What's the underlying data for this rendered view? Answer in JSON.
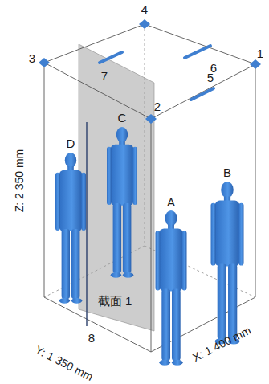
{
  "diagram": {
    "labels": [
      "1",
      "2",
      "3",
      "4",
      "5",
      "6",
      "7",
      "8",
      "A",
      "B",
      "C",
      "D",
      "截面 1",
      "Z: 2 350 mm",
      "Y: 1 350 mm",
      "X: 1 400 mm"
    ]
  }
}
